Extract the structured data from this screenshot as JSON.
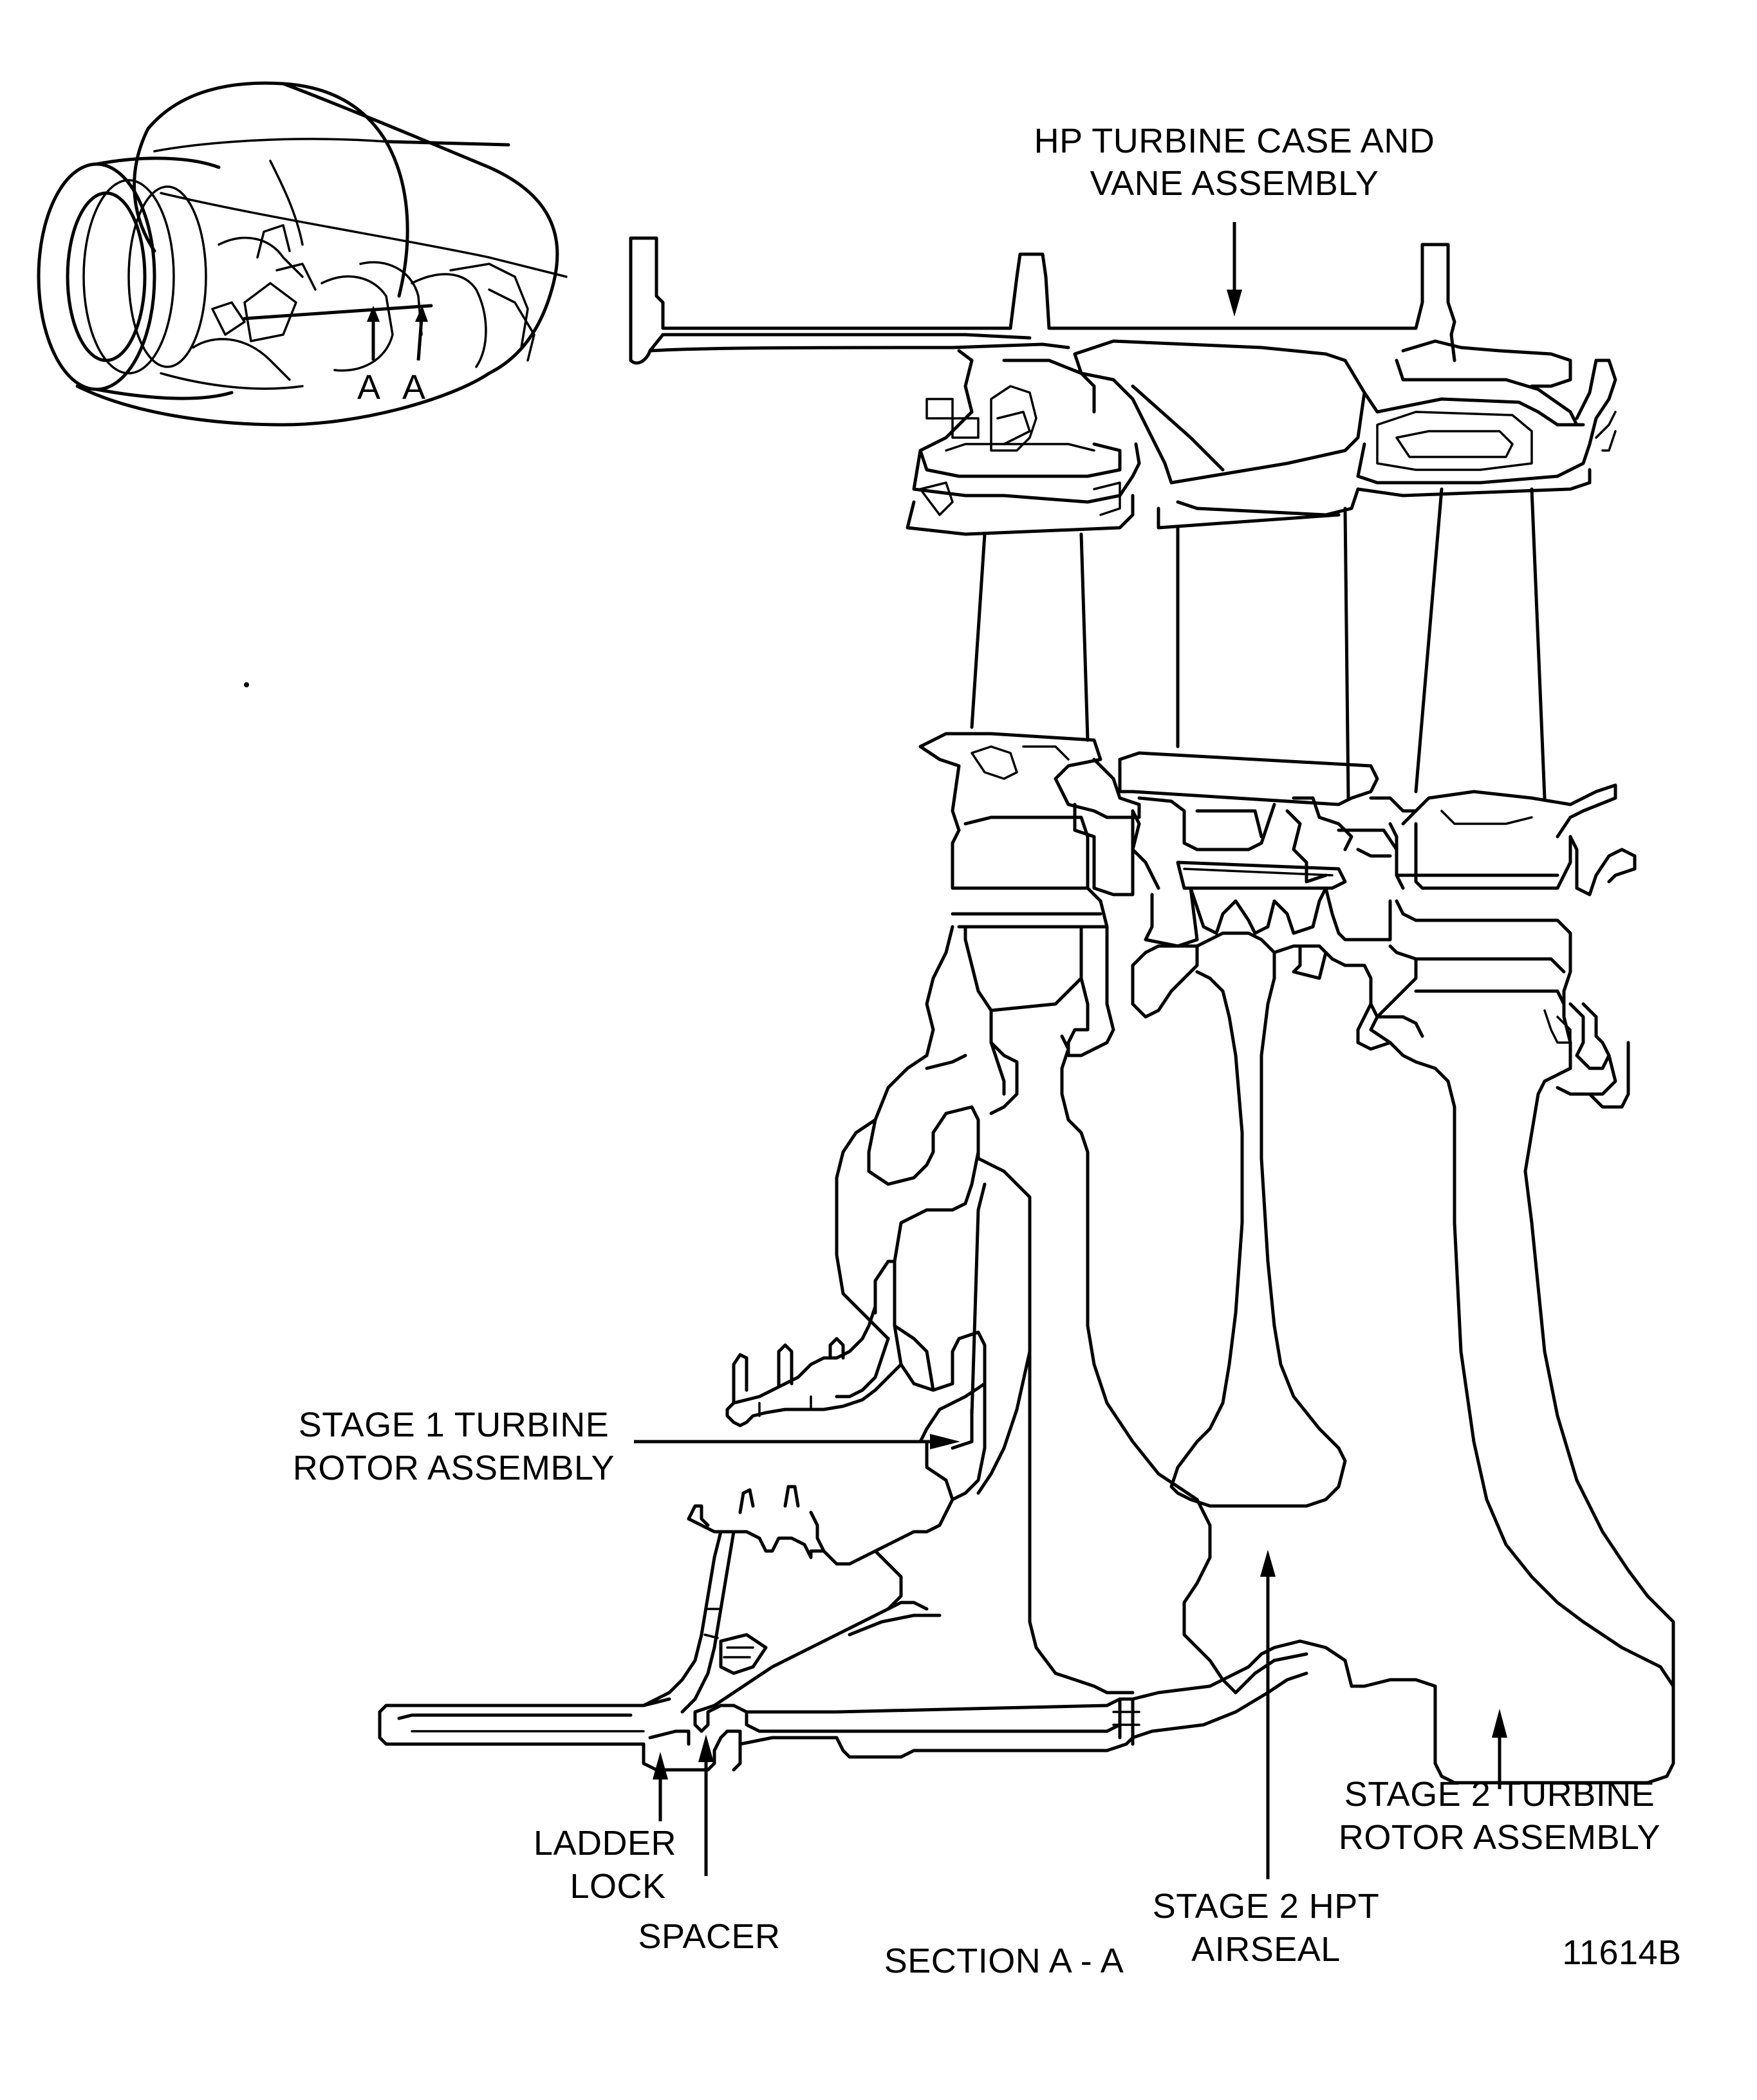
{
  "labels": {
    "hp_case_line1": "HP TURBINE CASE AND",
    "hp_case_line2": "VANE ASSEMBLY",
    "stage1_line1": "STAGE 1 TURBINE",
    "stage1_line2": "ROTOR ASSEMBLY",
    "stage2_line1": "STAGE 2 TURBINE",
    "stage2_line2": "ROTOR ASSEMBLY",
    "airseal_line1": "STAGE 2 HPT",
    "airseal_line2": "AIRSEAL",
    "ladder_line1": "LADDER",
    "ladder_line2": "LOCK",
    "spacer": "SPACER",
    "section": "SECTION A - A",
    "figure_number": "11614B",
    "inset_marker_left": "A",
    "inset_marker_right": "A"
  },
  "colors": {
    "ink": "#000000",
    "paper": "#ffffff"
  }
}
